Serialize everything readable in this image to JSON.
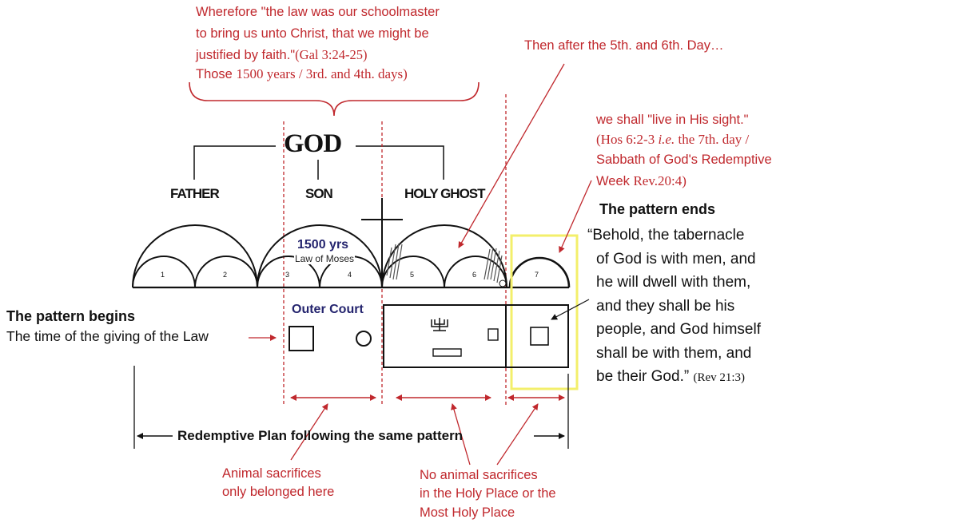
{
  "top_quote": {
    "lines": [
      "Wherefore \"the law was our schoolmaster",
      "to bring us unto Christ, that we might be",
      "justified by faith.\"",
      "Those "
    ],
    "line3_ref": "(Gal 3:24-25)",
    "line4_rest": "1500 years / 3rd. and 4th. days)"
  },
  "then_after": "Then after the 5th. and 6th. Day…",
  "live_in_sight": {
    "line1": "we shall \"live in His sight.\"",
    "line2": "(Hos 6:2-3 ",
    "line2_ie": "i.e.",
    "line2_rest": " the 7th. day /",
    "line3": "Sabbath of God's Redemptive",
    "line4a": "Week ",
    "line4b": "Rev.20:4)"
  },
  "god": "GOD",
  "father": "FATHER",
  "son": "SON",
  "holy_ghost": "HOLY GHOST",
  "yrs": "1500 yrs",
  "law_of_moses": "Law of Moses",
  "day_numbers": [
    "1",
    "2",
    "3",
    "4",
    "5",
    "6",
    "7"
  ],
  "outer_court": "Outer Court",
  "pattern_begins": "The pattern begins",
  "giving_law": "The  time of the giving of the Law",
  "pattern_ends": "The pattern ends",
  "quote": {
    "lines": [
      "“Behold, the tabernacle",
      "of God is with men, and",
      "he will dwell with them,",
      "and they shall be his",
      "people, and God himself",
      "shall be with them, and",
      "be their God.” "
    ],
    "ref": "(Rev 21:3)"
  },
  "redemptive_plan": "Redemptive Plan following the same pattern",
  "animal_sacrifices": [
    "Animal sacrifices",
    "only belonged here"
  ],
  "no_animal": [
    "No animal sacrifices",
    "in the Holy Place or the",
    "Most Holy Place"
  ],
  "colors": {
    "red": "#c0282d",
    "navy": "#24246e",
    "yellow": "#f3ef6b",
    "black": "#111111"
  }
}
